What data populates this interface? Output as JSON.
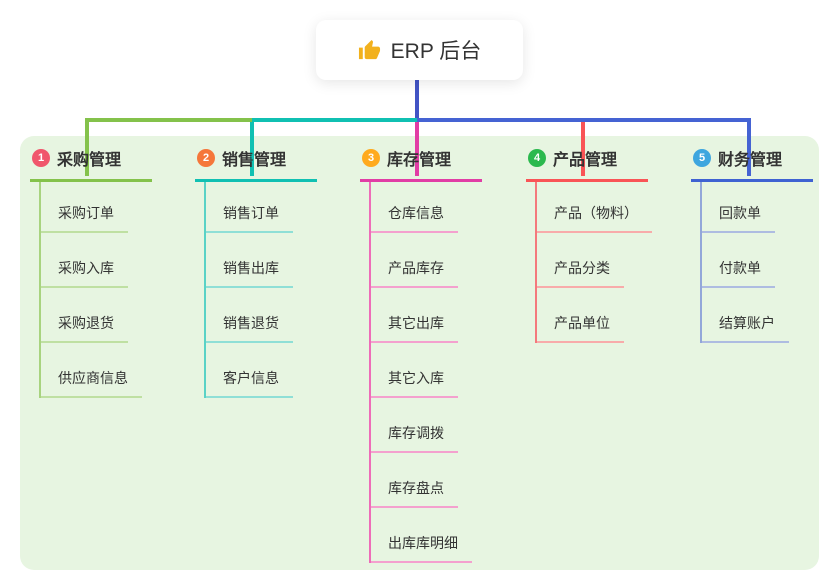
{
  "root": {
    "label": "ERP 后台",
    "icon": "thumbs-up-icon",
    "icon_color": "#f2b11d"
  },
  "panel_color": "#e7f5e1",
  "connectors": [
    {
      "name": "root-line",
      "color": "#4254c5"
    },
    {
      "name": "hbar-green",
      "color": "#84c24b"
    },
    {
      "name": "hbar-teal",
      "color": "#10c0b2"
    },
    {
      "name": "hbar-blue",
      "color": "#4563d3"
    },
    {
      "name": "drop-purchase",
      "color": "#84c24b"
    },
    {
      "name": "drop-sales",
      "color": "#10c0b2"
    },
    {
      "name": "drop-stock",
      "color": "#e13da5"
    },
    {
      "name": "drop-product",
      "color": "#f95456"
    },
    {
      "name": "drop-finance",
      "color": "#4563d3"
    }
  ],
  "branches": [
    {
      "num": "1",
      "title": "采购管理",
      "colors": {
        "main": "#84c24b",
        "trunk": "#a8d37f",
        "child": "#bfe0a2",
        "circle": "#f0566c"
      },
      "children": [
        "采购订单",
        "采购入库",
        "采购退货",
        "供应商信息"
      ]
    },
    {
      "num": "2",
      "title": "销售管理",
      "colors": {
        "main": "#10c0b2",
        "trunk": "#5ad2c6",
        "child": "#8fdfd6",
        "circle": "#f5773a"
      },
      "children": [
        "销售订单",
        "销售出库",
        "销售退货",
        "客户信息"
      ]
    },
    {
      "num": "3",
      "title": "库存管理",
      "colors": {
        "main": "#e13da5",
        "trunk": "#ee6cb8",
        "child": "#f4a0ce",
        "circle": "#ffaa1e"
      },
      "children": [
        "仓库信息",
        "产品库存",
        "其它出库",
        "其它入库",
        "库存调拨",
        "库存盘点",
        "出库库明细"
      ]
    },
    {
      "num": "4",
      "title": "产品管理",
      "colors": {
        "main": "#f95456",
        "trunk": "#f4797c",
        "child": "#f8abaa",
        "circle": "#2bb94e"
      },
      "children": [
        "产品（物料）",
        "产品分类",
        "产品单位"
      ]
    },
    {
      "num": "5",
      "title": "财务管理",
      "colors": {
        "main": "#3f62d2",
        "trunk": "#93a7d9",
        "child": "#aebce1",
        "circle": "#3ea6df"
      },
      "children": [
        "回款单",
        "付款单",
        "结算账户"
      ]
    }
  ]
}
